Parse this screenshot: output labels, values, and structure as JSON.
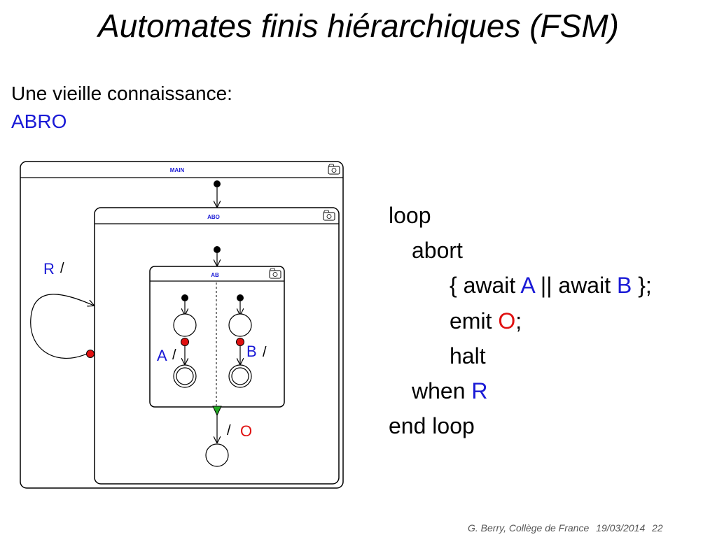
{
  "title": "Automates finis hiérarchiques (FSM)",
  "subtitle": "Une vieille connaissance:",
  "abro_label": "ABRO",
  "diagram": {
    "main_label": "MAIN",
    "abo_label": "ABO",
    "ab_label": "AB",
    "r_trigger": "R",
    "a_trigger": "A",
    "b_trigger": "B",
    "o_output": "O",
    "slash": "/",
    "colors": {
      "trigger": "#1a1ad6",
      "output": "#e01010",
      "preempt_dot": "#e01010",
      "normal_term": "#22aa22"
    }
  },
  "code": {
    "line1": "loop",
    "line2": "abort",
    "line3_pre": "{ await ",
    "line3_a": "A",
    "line3_mid": " || await ",
    "line3_b": "B",
    "line3_post": " };",
    "line4_pre": "emit ",
    "line4_o": "O",
    "line4_post": ";",
    "line5": "halt",
    "line6_pre": "when ",
    "line6_r": "R",
    "line7": "end loop"
  },
  "footer": {
    "author": "G. Berry, Collège de France",
    "date": "19/03/2014",
    "page": "22"
  }
}
